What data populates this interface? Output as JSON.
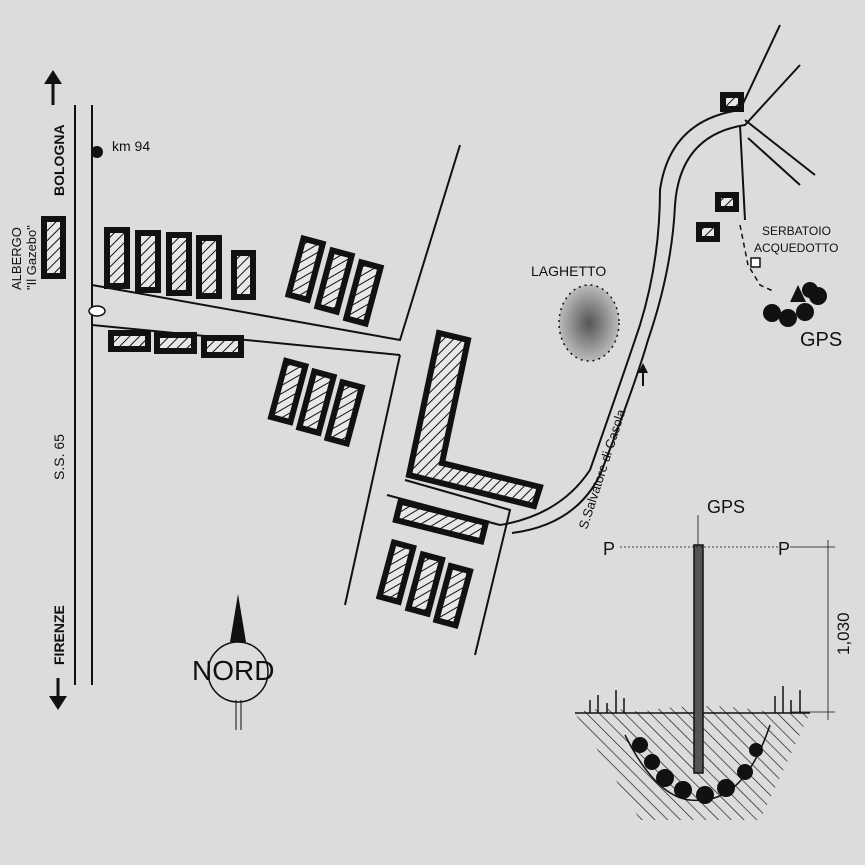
{
  "labels": {
    "km": "km 94",
    "bologna": "BOLOGNA",
    "firenze": "FIRENZE",
    "albergo": "ALBERGO",
    "gazebo": "\"Il Gazebo\"",
    "ss65": "S.S. 65",
    "laghetto": "LAGHETTO",
    "serbatoio": "SERBATOIO",
    "acquedotto": "ACQUEDOTTO",
    "gps_site": "GPS",
    "road_casola": "S.Salvatore di Casola",
    "nord": "NORD",
    "gps_monument": "GPS",
    "p_left": "P",
    "p_right": "P",
    "height": "1,030"
  },
  "colors": {
    "background": "#dcdcdc",
    "ink": "#111111",
    "lake": "#8a8a8a"
  },
  "icons": {
    "north_arrow": "compass-north-arrow",
    "direction": "arrow",
    "site_marker": "triangle",
    "km_marker": "filled-circle"
  }
}
